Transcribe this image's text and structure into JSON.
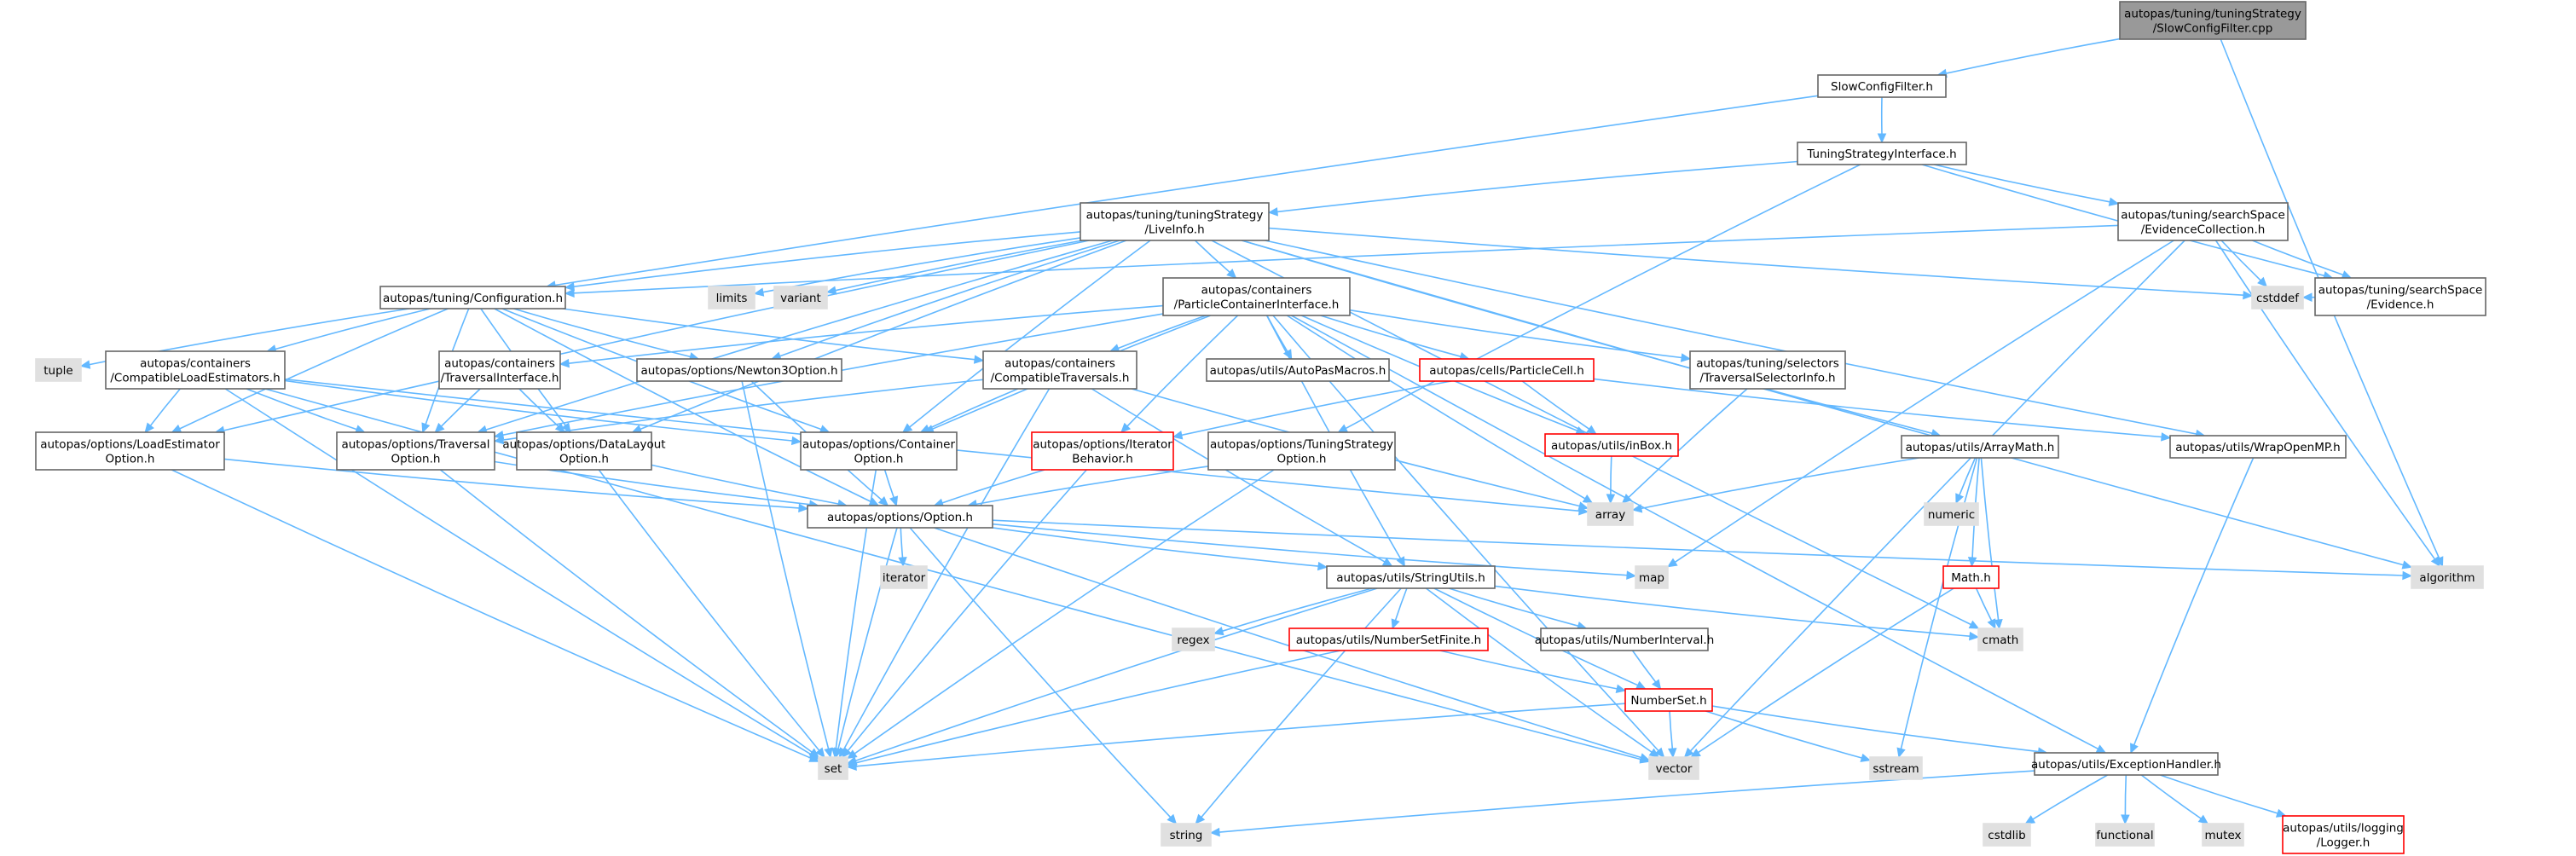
{
  "colors": {
    "edge": "#63b8ff",
    "root_fill": "#999999",
    "root_border": "#666666",
    "file_fill": "#ffffff",
    "file_border": "#666666",
    "system_fill": "#e0e0e0",
    "system_border": "#e0e0e0",
    "truncated_border": "#ff0000",
    "text": "#000000"
  },
  "nodes": [
    {
      "id": "root",
      "kind": "root",
      "lines": [
        "autopas/tuning/tuningStrategy",
        "/SlowConfigFilter.cpp"
      ]
    },
    {
      "id": "scf",
      "kind": "file",
      "lines": [
        "SlowConfigFilter.h"
      ]
    },
    {
      "id": "tsi",
      "kind": "file",
      "lines": [
        "TuningStrategyInterface.h"
      ]
    },
    {
      "id": "live",
      "kind": "file",
      "lines": [
        "autopas/tuning/tuningStrategy",
        "/LiveInfo.h"
      ]
    },
    {
      "id": "evcol",
      "kind": "file",
      "lines": [
        "autopas/tuning/searchSpace",
        "/EvidenceCollection.h"
      ]
    },
    {
      "id": "conf",
      "kind": "file",
      "lines": [
        "autopas/tuning/Configuration.h"
      ]
    },
    {
      "id": "limits",
      "kind": "system",
      "lines": [
        "limits"
      ]
    },
    {
      "id": "variant",
      "kind": "system",
      "lines": [
        "variant"
      ]
    },
    {
      "id": "pci",
      "kind": "file",
      "lines": [
        "autopas/containers",
        "/ParticleContainerInterface.h"
      ]
    },
    {
      "id": "evid",
      "kind": "file",
      "lines": [
        "autopas/tuning/searchSpace",
        "/Evidence.h"
      ]
    },
    {
      "id": "cstddef",
      "kind": "system",
      "lines": [
        "cstddef"
      ]
    },
    {
      "id": "tuple",
      "kind": "system",
      "lines": [
        "tuple"
      ]
    },
    {
      "id": "cle",
      "kind": "file",
      "lines": [
        "autopas/containers",
        "/CompatibleLoadEstimators.h"
      ]
    },
    {
      "id": "ti",
      "kind": "file",
      "lines": [
        "autopas/containers",
        "/TraversalInterface.h"
      ]
    },
    {
      "id": "n3o",
      "kind": "file",
      "lines": [
        "autopas/options/Newton3Option.h"
      ]
    },
    {
      "id": "ctr",
      "kind": "file",
      "lines": [
        "autopas/containers",
        "/CompatibleTraversals.h"
      ]
    },
    {
      "id": "apm",
      "kind": "file",
      "lines": [
        "autopas/utils/AutoPasMacros.h"
      ]
    },
    {
      "id": "pcell",
      "kind": "truncated",
      "lines": [
        "autopas/cells/ParticleCell.h"
      ]
    },
    {
      "id": "tsel",
      "kind": "file",
      "lines": [
        "autopas/tuning/selectors",
        "/TraversalSelectorInfo.h"
      ]
    },
    {
      "id": "leo",
      "kind": "file",
      "lines": [
        "autopas/options/LoadEstimator",
        "Option.h"
      ]
    },
    {
      "id": "to",
      "kind": "file",
      "lines": [
        "autopas/options/Traversal",
        "Option.h"
      ]
    },
    {
      "id": "dlo",
      "kind": "file",
      "lines": [
        "autopas/options/DataLayout",
        "Option.h"
      ]
    },
    {
      "id": "co",
      "kind": "file",
      "lines": [
        "autopas/options/Container",
        "Option.h"
      ]
    },
    {
      "id": "ibo",
      "kind": "truncated",
      "lines": [
        "autopas/options/Iterator",
        "Behavior.h"
      ]
    },
    {
      "id": "tso",
      "kind": "file",
      "lines": [
        "autopas/options/TuningStrategy",
        "Option.h"
      ]
    },
    {
      "id": "inbox",
      "kind": "truncated",
      "lines": [
        "autopas/utils/inBox.h"
      ]
    },
    {
      "id": "am",
      "kind": "file",
      "lines": [
        "autopas/utils/ArrayMath.h"
      ]
    },
    {
      "id": "wop",
      "kind": "file",
      "lines": [
        "autopas/utils/WrapOpenMP.h"
      ]
    },
    {
      "id": "array",
      "kind": "system",
      "lines": [
        "array"
      ]
    },
    {
      "id": "numeric",
      "kind": "system",
      "lines": [
        "numeric"
      ]
    },
    {
      "id": "opt",
      "kind": "file",
      "lines": [
        "autopas/options/Option.h"
      ]
    },
    {
      "id": "map",
      "kind": "system",
      "lines": [
        "map"
      ]
    },
    {
      "id": "algorithm",
      "kind": "system",
      "lines": [
        "algorithm"
      ]
    },
    {
      "id": "iterator",
      "kind": "system",
      "lines": [
        "iterator"
      ]
    },
    {
      "id": "su",
      "kind": "file",
      "lines": [
        "autopas/utils/StringUtils.h"
      ]
    },
    {
      "id": "math",
      "kind": "truncated",
      "lines": [
        "Math.h"
      ]
    },
    {
      "id": "regex",
      "kind": "system",
      "lines": [
        "regex"
      ]
    },
    {
      "id": "nsf",
      "kind": "truncated",
      "lines": [
        "autopas/utils/NumberSetFinite.h"
      ]
    },
    {
      "id": "ni",
      "kind": "file",
      "lines": [
        "autopas/utils/NumberInterval.h"
      ]
    },
    {
      "id": "cmath",
      "kind": "system",
      "lines": [
        "cmath"
      ]
    },
    {
      "id": "ns",
      "kind": "truncated",
      "lines": [
        "NumberSet.h"
      ]
    },
    {
      "id": "set",
      "kind": "system",
      "lines": [
        "set"
      ]
    },
    {
      "id": "vector",
      "kind": "system",
      "lines": [
        "vector"
      ]
    },
    {
      "id": "sstream",
      "kind": "system",
      "lines": [
        "sstream"
      ]
    },
    {
      "id": "eh",
      "kind": "file",
      "lines": [
        "autopas/utils/ExceptionHandler.h"
      ]
    },
    {
      "id": "string",
      "kind": "system",
      "lines": [
        "string"
      ]
    },
    {
      "id": "cstdlib",
      "kind": "system",
      "lines": [
        "cstdlib"
      ]
    },
    {
      "id": "functional",
      "kind": "system",
      "lines": [
        "functional"
      ]
    },
    {
      "id": "mutex",
      "kind": "system",
      "lines": [
        "mutex"
      ]
    },
    {
      "id": "logger",
      "kind": "truncated",
      "lines": [
        "autopas/utils/logging",
        "/Logger.h"
      ]
    }
  ],
  "edges": [
    [
      "root",
      "scf"
    ],
    [
      "root",
      "algorithm"
    ],
    [
      "scf",
      "tsi"
    ],
    [
      "scf",
      "conf"
    ],
    [
      "tsi",
      "live"
    ],
    [
      "tsi",
      "evcol"
    ],
    [
      "tsi",
      "tso"
    ],
    [
      "tsi",
      "evid"
    ],
    [
      "live",
      "conf"
    ],
    [
      "live",
      "limits"
    ],
    [
      "live",
      "variant"
    ],
    [
      "live",
      "pci"
    ],
    [
      "live",
      "n3o"
    ],
    [
      "live",
      "dlo"
    ],
    [
      "live",
      "co"
    ],
    [
      "live",
      "to"
    ],
    [
      "live",
      "leo"
    ],
    [
      "live",
      "am"
    ],
    [
      "live",
      "wop"
    ],
    [
      "live",
      "cstddef"
    ],
    [
      "live",
      "algorithm"
    ],
    [
      "live",
      "cmath"
    ],
    [
      "evcol",
      "conf"
    ],
    [
      "evcol",
      "evid"
    ],
    [
      "evcol",
      "cstddef"
    ],
    [
      "evcol",
      "map"
    ],
    [
      "evcol",
      "vector"
    ],
    [
      "evcol",
      "algorithm"
    ],
    [
      "evid",
      "cstddef"
    ],
    [
      "conf",
      "tuple"
    ],
    [
      "conf",
      "cle"
    ],
    [
      "conf",
      "ctr"
    ],
    [
      "conf",
      "n3o"
    ],
    [
      "conf",
      "to"
    ],
    [
      "conf",
      "dlo"
    ],
    [
      "conf",
      "co"
    ],
    [
      "conf",
      "leo"
    ],
    [
      "conf",
      "opt"
    ],
    [
      "pci",
      "ti"
    ],
    [
      "pci",
      "ctr"
    ],
    [
      "pci",
      "apm"
    ],
    [
      "pci",
      "pcell"
    ],
    [
      "pci",
      "tsel"
    ],
    [
      "pci",
      "inbox"
    ],
    [
      "pci",
      "co"
    ],
    [
      "pci",
      "to"
    ],
    [
      "pci",
      "ibo"
    ],
    [
      "pci",
      "array"
    ],
    [
      "pci",
      "vector"
    ],
    [
      "pci",
      "su"
    ],
    [
      "pci",
      "eh"
    ],
    [
      "cle",
      "leo"
    ],
    [
      "cle",
      "to"
    ],
    [
      "cle",
      "co"
    ],
    [
      "cle",
      "set"
    ],
    [
      "cle",
      "vector"
    ],
    [
      "cle",
      "array"
    ],
    [
      "ti",
      "to"
    ],
    [
      "ti",
      "dlo"
    ],
    [
      "n3o",
      "opt"
    ],
    [
      "n3o",
      "set"
    ],
    [
      "ctr",
      "co"
    ],
    [
      "ctr",
      "to"
    ],
    [
      "ctr",
      "set"
    ],
    [
      "ctr",
      "su"
    ],
    [
      "ctr",
      "array"
    ],
    [
      "pcell",
      "inbox"
    ],
    [
      "pcell",
      "ibo"
    ],
    [
      "pcell",
      "wop"
    ],
    [
      "tsel",
      "array"
    ],
    [
      "leo",
      "opt"
    ],
    [
      "leo",
      "set"
    ],
    [
      "to",
      "opt"
    ],
    [
      "to",
      "set"
    ],
    [
      "dlo",
      "opt"
    ],
    [
      "dlo",
      "set"
    ],
    [
      "co",
      "opt"
    ],
    [
      "co",
      "set"
    ],
    [
      "ibo",
      "opt"
    ],
    [
      "ibo",
      "set"
    ],
    [
      "tso",
      "opt"
    ],
    [
      "tso",
      "set"
    ],
    [
      "inbox",
      "array"
    ],
    [
      "am",
      "array"
    ],
    [
      "am",
      "numeric"
    ],
    [
      "am",
      "math"
    ],
    [
      "am",
      "cmath"
    ],
    [
      "am",
      "sstream"
    ],
    [
      "wop",
      "eh"
    ],
    [
      "opt",
      "map"
    ],
    [
      "opt",
      "algorithm"
    ],
    [
      "opt",
      "iterator"
    ],
    [
      "opt",
      "su"
    ],
    [
      "opt",
      "set"
    ],
    [
      "opt",
      "vector"
    ],
    [
      "opt",
      "string"
    ],
    [
      "su",
      "regex"
    ],
    [
      "su",
      "nsf"
    ],
    [
      "su",
      "ni"
    ],
    [
      "su",
      "ns"
    ],
    [
      "su",
      "set"
    ],
    [
      "su",
      "vector"
    ],
    [
      "su",
      "string"
    ],
    [
      "su",
      "cmath"
    ],
    [
      "math",
      "cmath"
    ],
    [
      "math",
      "vector"
    ],
    [
      "nsf",
      "ns"
    ],
    [
      "nsf",
      "set"
    ],
    [
      "ni",
      "ns"
    ],
    [
      "ns",
      "set"
    ],
    [
      "ns",
      "vector"
    ],
    [
      "ns",
      "eh"
    ],
    [
      "ns",
      "sstream"
    ],
    [
      "eh",
      "string"
    ],
    [
      "eh",
      "cstdlib"
    ],
    [
      "eh",
      "functional"
    ],
    [
      "eh",
      "mutex"
    ],
    [
      "eh",
      "logger"
    ]
  ]
}
